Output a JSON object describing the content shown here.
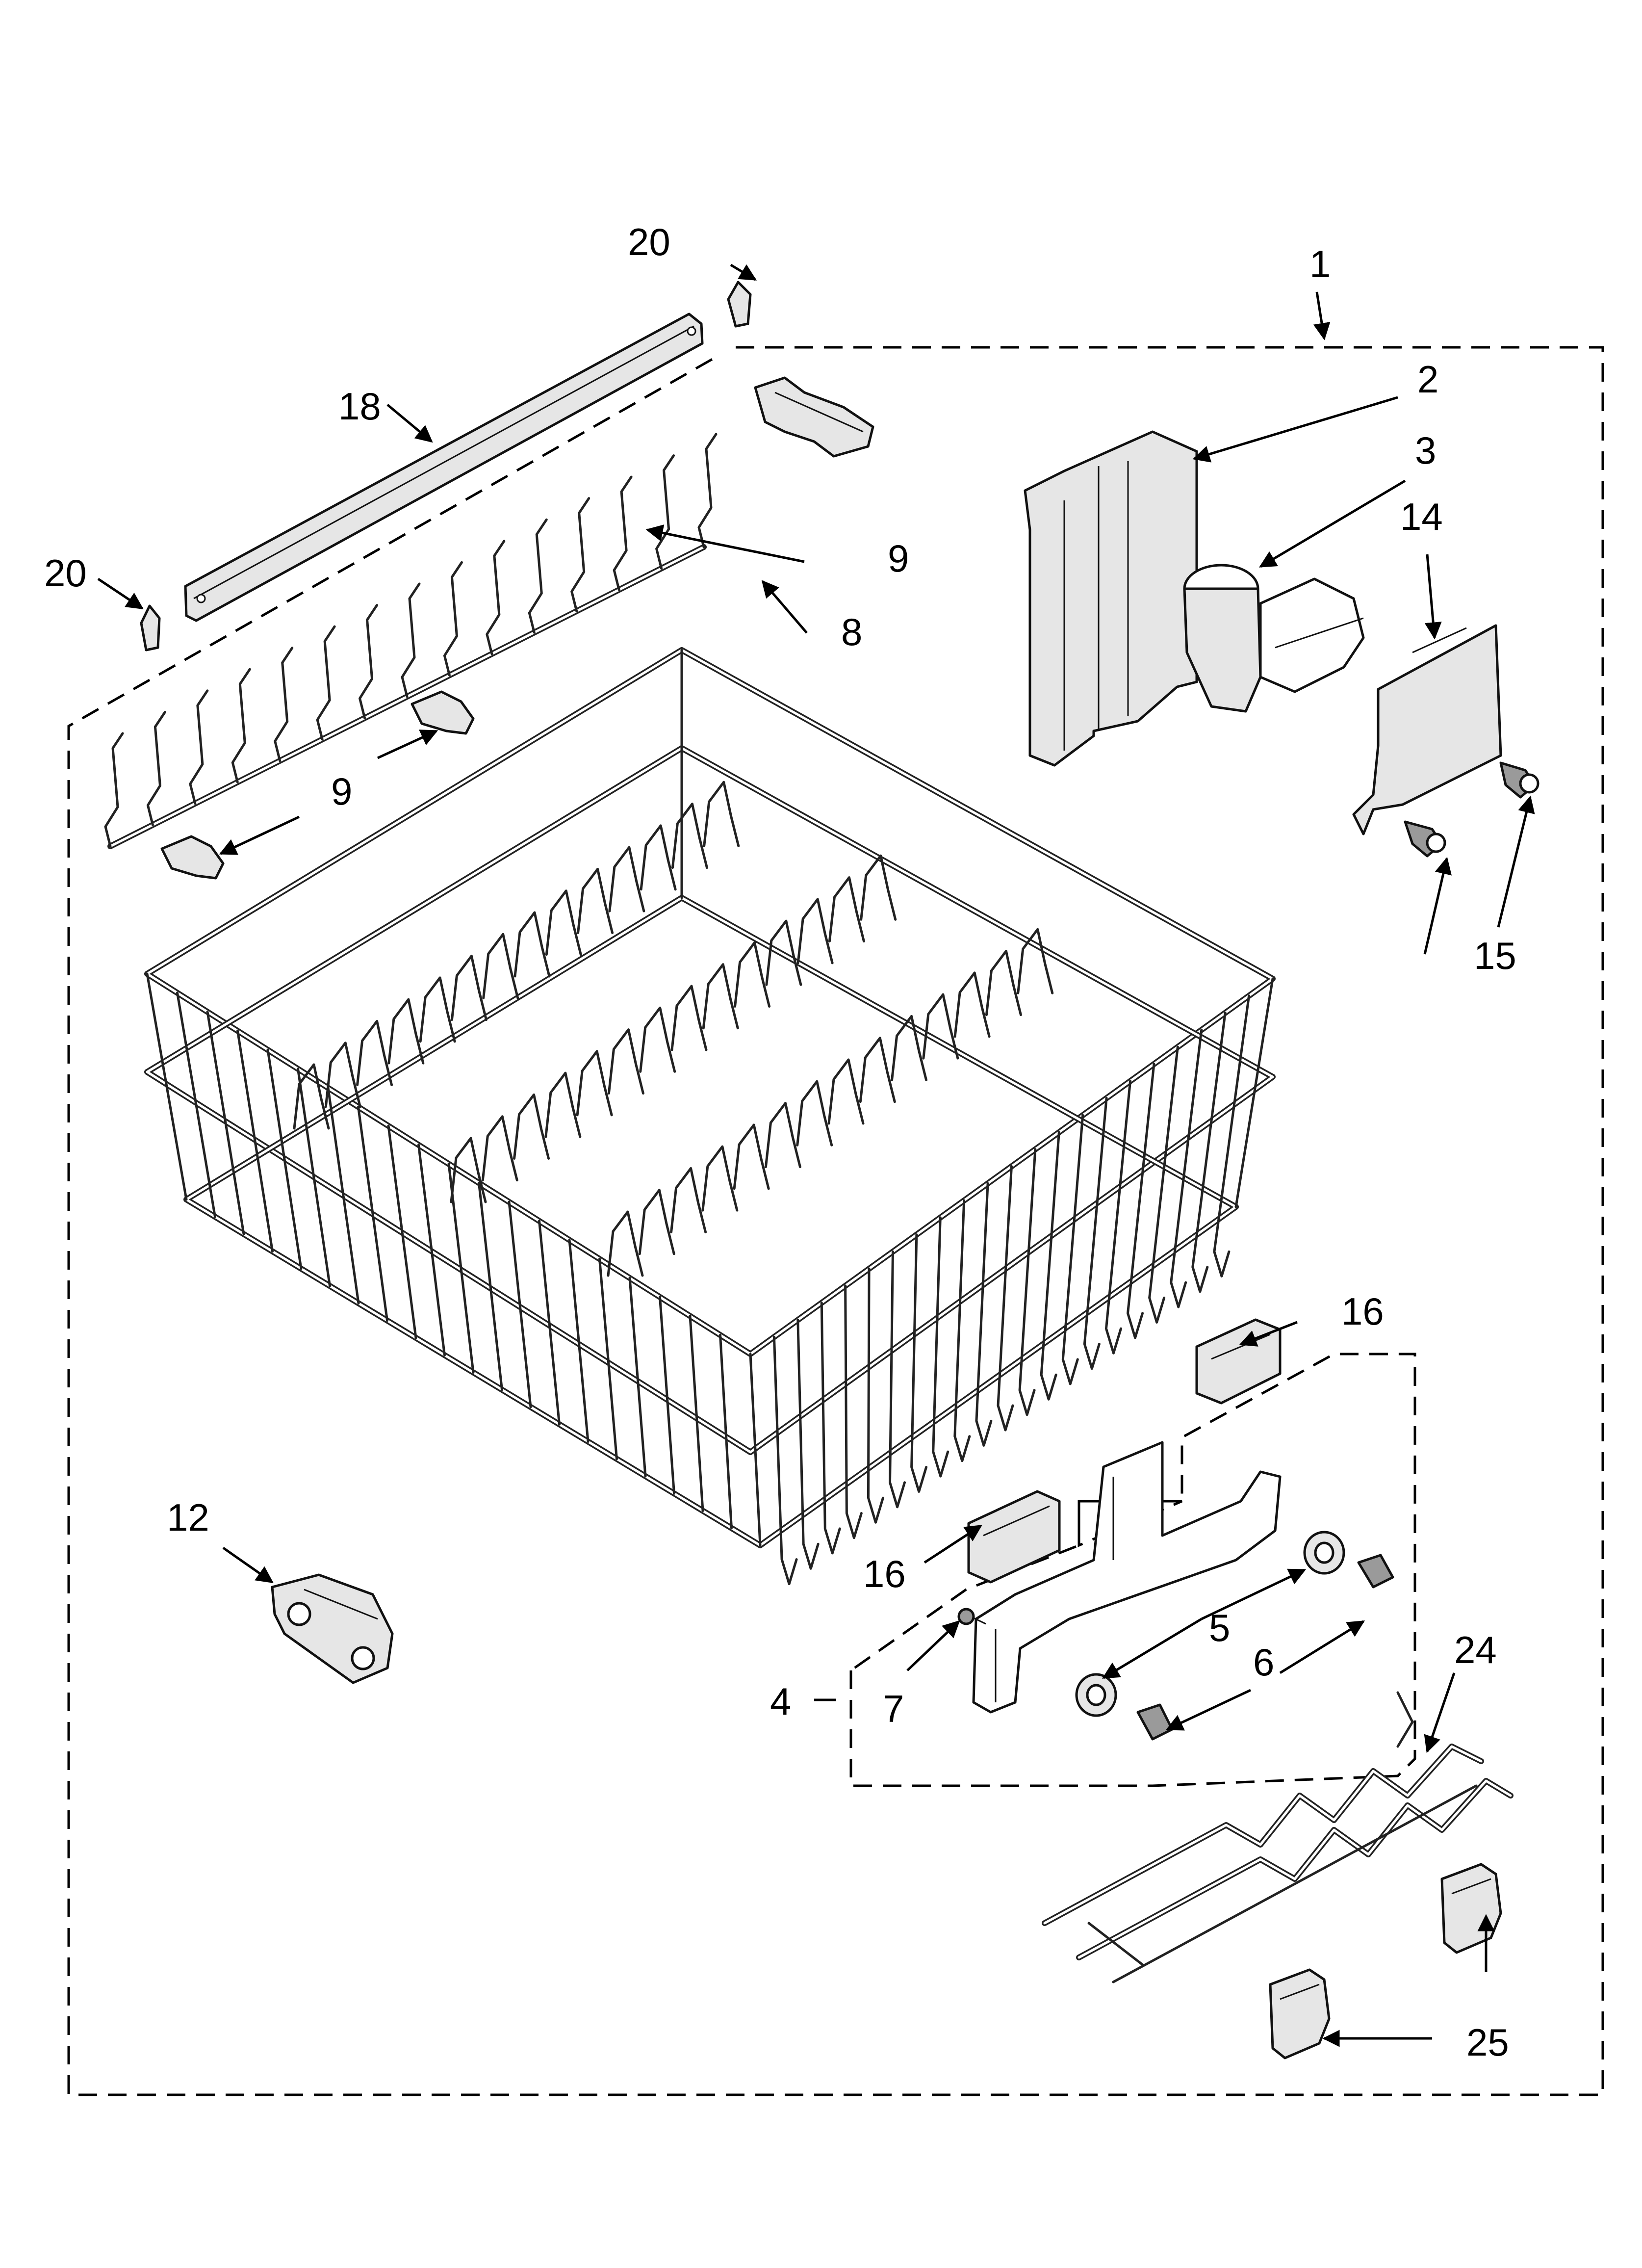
{
  "callouts": [
    {
      "id": "c1",
      "text": "1"
    },
    {
      "id": "c2",
      "text": "2"
    },
    {
      "id": "c3",
      "text": "3"
    },
    {
      "id": "c4",
      "text": "4"
    },
    {
      "id": "c5",
      "text": "5"
    },
    {
      "id": "c6",
      "text": "6"
    },
    {
      "id": "c7",
      "text": "7"
    },
    {
      "id": "c8",
      "text": "8"
    },
    {
      "id": "c9a",
      "text": "9"
    },
    {
      "id": "c9b",
      "text": "9"
    },
    {
      "id": "c12",
      "text": "12"
    },
    {
      "id": "c14",
      "text": "14"
    },
    {
      "id": "c15",
      "text": "15"
    },
    {
      "id": "c16a",
      "text": "16"
    },
    {
      "id": "c16b",
      "text": "16"
    },
    {
      "id": "c18",
      "text": "18"
    },
    {
      "id": "c20a",
      "text": "20"
    },
    {
      "id": "c20b",
      "text": "20"
    },
    {
      "id": "c24",
      "text": "24"
    },
    {
      "id": "c25",
      "text": "25"
    }
  ]
}
